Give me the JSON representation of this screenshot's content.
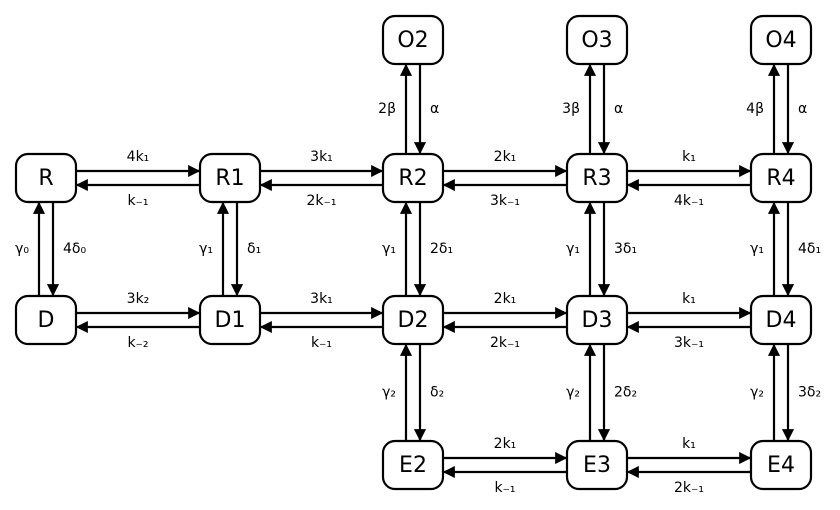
{
  "nodes": {
    "R": "R",
    "R1": "R1",
    "R2": "R2",
    "R3": "R3",
    "R4": "R4",
    "O2": "O2",
    "O3": "O3",
    "O4": "O4",
    "D": "D",
    "D1": "D1",
    "D2": "D2",
    "D3": "D3",
    "D4": "D4",
    "E2": "E2",
    "E3": "E3",
    "E4": "E4"
  },
  "rates": {
    "R_R1": "4k₁",
    "R1_R": "k₋₁",
    "R1_R2": "3k₁",
    "R2_R1": "2k₋₁",
    "R2_R3": "2k₁",
    "R3_R2": "3k₋₁",
    "R3_R4": "k₁",
    "R4_R3": "4k₋₁",
    "R2_O2": "2β",
    "O2_R2": "α",
    "R3_O3": "3β",
    "O3_R3": "α",
    "R4_O4": "4β",
    "O4_R4": "α",
    "D_R": "γ₀",
    "R_D": "4δ₀",
    "D1_R1": "γ₁",
    "R1_D1": "δ₁",
    "D2_R2": "γ₁",
    "R2_D2": "2δ₁",
    "D3_R3": "γ₁",
    "R3_D3": "3δ₁",
    "D4_R4": "γ₁",
    "R4_D4": "4δ₁",
    "D_D1": "3k₂",
    "D1_D": "k₋₂",
    "D1_D2": "3k₁",
    "D2_D1": "k₋₁",
    "D2_D3": "2k₁",
    "D3_D2": "2k₋₁",
    "D3_D4": "k₁",
    "D4_D3": "3k₋₁",
    "E2_D2": "γ₂",
    "D2_E2": "δ₂",
    "E3_D3": "γ₂",
    "D3_E3": "2δ₂",
    "E4_D4": "γ₂",
    "D4_E4": "3δ₂",
    "E2_E3": "2k₁",
    "E3_E2": "k₋₁",
    "E3_E4": "k₁",
    "E4_E3": "2k₋₁"
  }
}
